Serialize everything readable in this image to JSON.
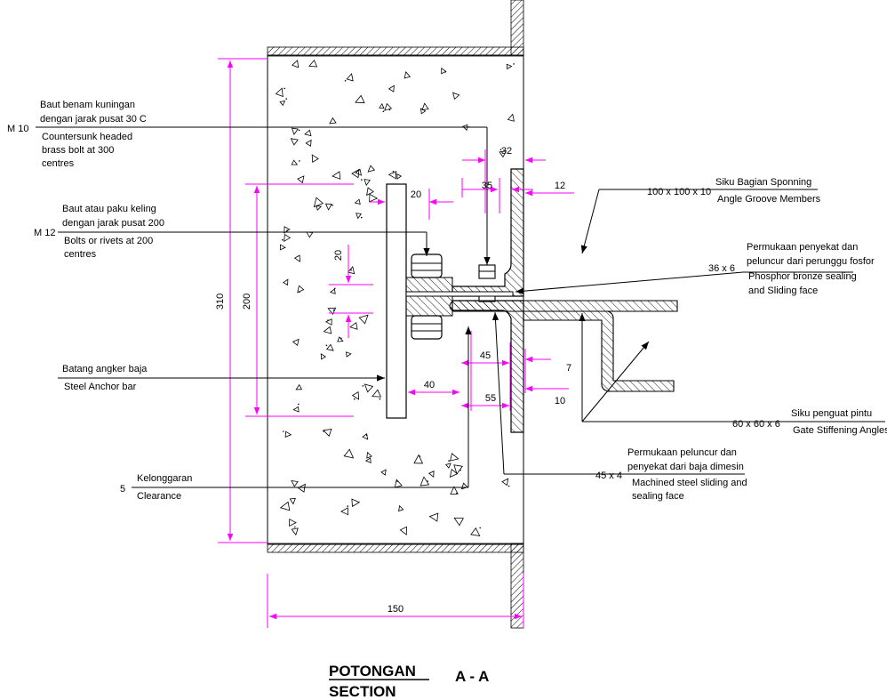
{
  "dimensions": {
    "d310": "310",
    "d200": "200",
    "d150": "150",
    "d32": "32",
    "d35": "35",
    "d12": "12",
    "d20a": "20",
    "d20b": "20",
    "d45": "45",
    "d40": "40",
    "d55": "55",
    "d7": "7",
    "d10": "10"
  },
  "labels": {
    "m10": "M 10",
    "baut_benam_1": "Baut benam kuningan",
    "baut_benam_2": "dengan jarak pusat 30 C",
    "countersunk_1": "Countersunk headed",
    "countersunk_2": "brass bolt at 300",
    "countersunk_3": "centres",
    "m12": "M 12",
    "baut_paku_1": "Baut atau paku keling",
    "baut_paku_2": "dengan jarak pusat 200",
    "bolts_1": "Bolts or rivets at 200",
    "bolts_2": "centres",
    "batang_angker": "Batang angker baja",
    "steel_anchor": "Steel Anchor bar",
    "clearance_val": "5",
    "kelonggaran": "Kelonggaran",
    "clearance": "Clearance",
    "siku_size": "100 x 100 x 10",
    "siku_id": "Siku Bagian Sponning",
    "siku_en": "Angle Groove Members",
    "phos_size": "36 x 6",
    "phos_id_1": "Permukaan penyekat dan",
    "phos_id_2": "peluncur dari perunggu fosfor",
    "phos_en_1": "Phosphor bronze sealing",
    "phos_en_2": "and Sliding face",
    "gate_size": "60 x 60 x 6",
    "gate_id": "Siku penguat pintu",
    "gate_en": "Gate Stiffening Angles",
    "mach_size": "45 x 4",
    "mach_id_1": "Permukaan peluncur dan",
    "mach_id_2": "penyekat dari baja dimesin",
    "mach_en_1": "Machined steel sliding and",
    "mach_en_2": "sealing face"
  },
  "title": {
    "potongan": "POTONGAN",
    "section": "SECTION",
    "mark": "A - A"
  },
  "colors": {
    "dimension": "#ff00ff",
    "linework": "#000000",
    "background": "#ffffff"
  }
}
